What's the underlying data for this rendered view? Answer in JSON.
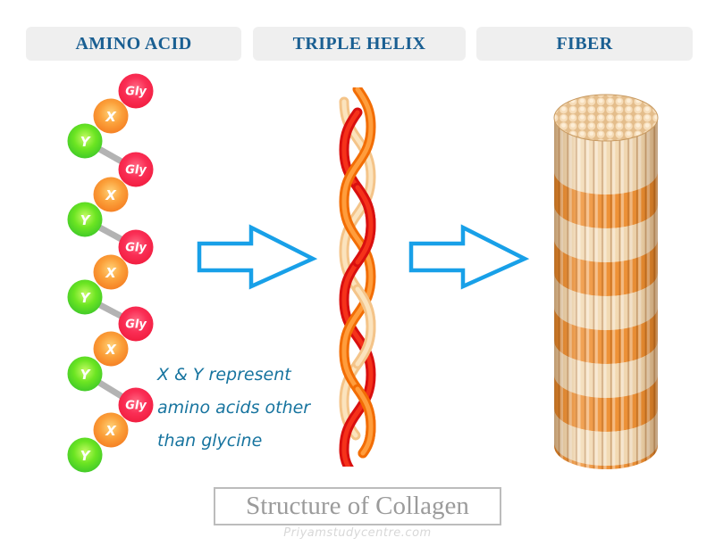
{
  "headers": [
    {
      "label": "AMINO ACID"
    },
    {
      "label": "TRIPLE HELIX"
    },
    {
      "label": "FIBER"
    }
  ],
  "header_style": {
    "text_color": "#1a5f92",
    "box_bg": "#efefef"
  },
  "chain": {
    "triad_labels": [
      "Gly",
      "X",
      "Y"
    ],
    "triad_count": 5,
    "triad_y": [
      102,
      190,
      277,
      363,
      454
    ],
    "bead_colors": {
      "Gly": {
        "center": "#ff6b85",
        "mid": "#fa2e55",
        "edge": "#ee1737"
      },
      "X": {
        "center": "#ffd278",
        "mid": "#fba03a",
        "edge": "#f3731a"
      },
      "Y": {
        "center": "#c8fb66",
        "mid": "#6ce522",
        "edge": "#2fbf2b"
      }
    },
    "connector_color": "#b3b3b3"
  },
  "annotation": {
    "lines": [
      "X & Y represent",
      "amino acids other",
      "than glycine"
    ],
    "color": "#17749f"
  },
  "arrows": {
    "color": "#18a0e8",
    "fill": "#ffffff"
  },
  "helix": {
    "strand_colors": {
      "red": "#d90f0f",
      "orange": "#f26d05",
      "cream": "#f4c489"
    }
  },
  "fiber": {
    "band_colors": {
      "cream": "#f2d9b2",
      "orange": "#ee9033"
    },
    "top_face_color": "#f6ddba"
  },
  "title": {
    "text": "Structure of Collagen",
    "color": "#9b9b9b",
    "border_color": "#bcbcbc"
  },
  "watermark": {
    "text": "Priyamstudycentre.com"
  }
}
